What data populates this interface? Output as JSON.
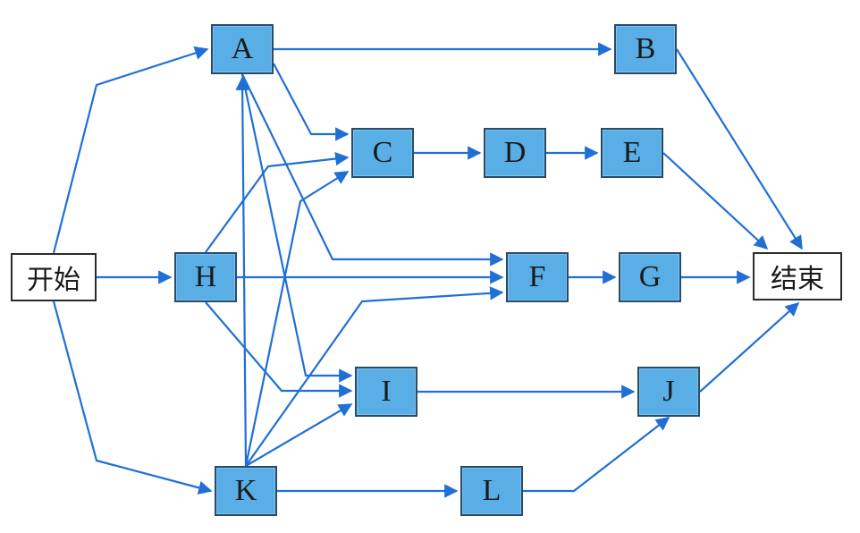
{
  "nodes": {
    "start": "开始",
    "end": "结束",
    "A": "A",
    "B": "B",
    "C": "C",
    "D": "D",
    "E": "E",
    "F": "F",
    "G": "G",
    "H": "H",
    "I": "I",
    "J": "J",
    "K": "K",
    "L": "L"
  },
  "edges": [
    [
      "start",
      "A"
    ],
    [
      "start",
      "H"
    ],
    [
      "start",
      "K"
    ],
    [
      "A",
      "B"
    ],
    [
      "A",
      "C"
    ],
    [
      "A",
      "F"
    ],
    [
      "A",
      "I"
    ],
    [
      "H",
      "C"
    ],
    [
      "H",
      "F"
    ],
    [
      "H",
      "I"
    ],
    [
      "K",
      "A"
    ],
    [
      "K",
      "C"
    ],
    [
      "K",
      "F"
    ],
    [
      "K",
      "I"
    ],
    [
      "K",
      "L"
    ],
    [
      "C",
      "D"
    ],
    [
      "D",
      "E"
    ],
    [
      "F",
      "G"
    ],
    [
      "I",
      "J"
    ],
    [
      "L",
      "J"
    ],
    [
      "B",
      "end"
    ],
    [
      "E",
      "end"
    ],
    [
      "G",
      "end"
    ],
    [
      "J",
      "end"
    ]
  ],
  "colors": {
    "task_fill": "#5aaee6",
    "arrow": "#1f6fd6"
  }
}
